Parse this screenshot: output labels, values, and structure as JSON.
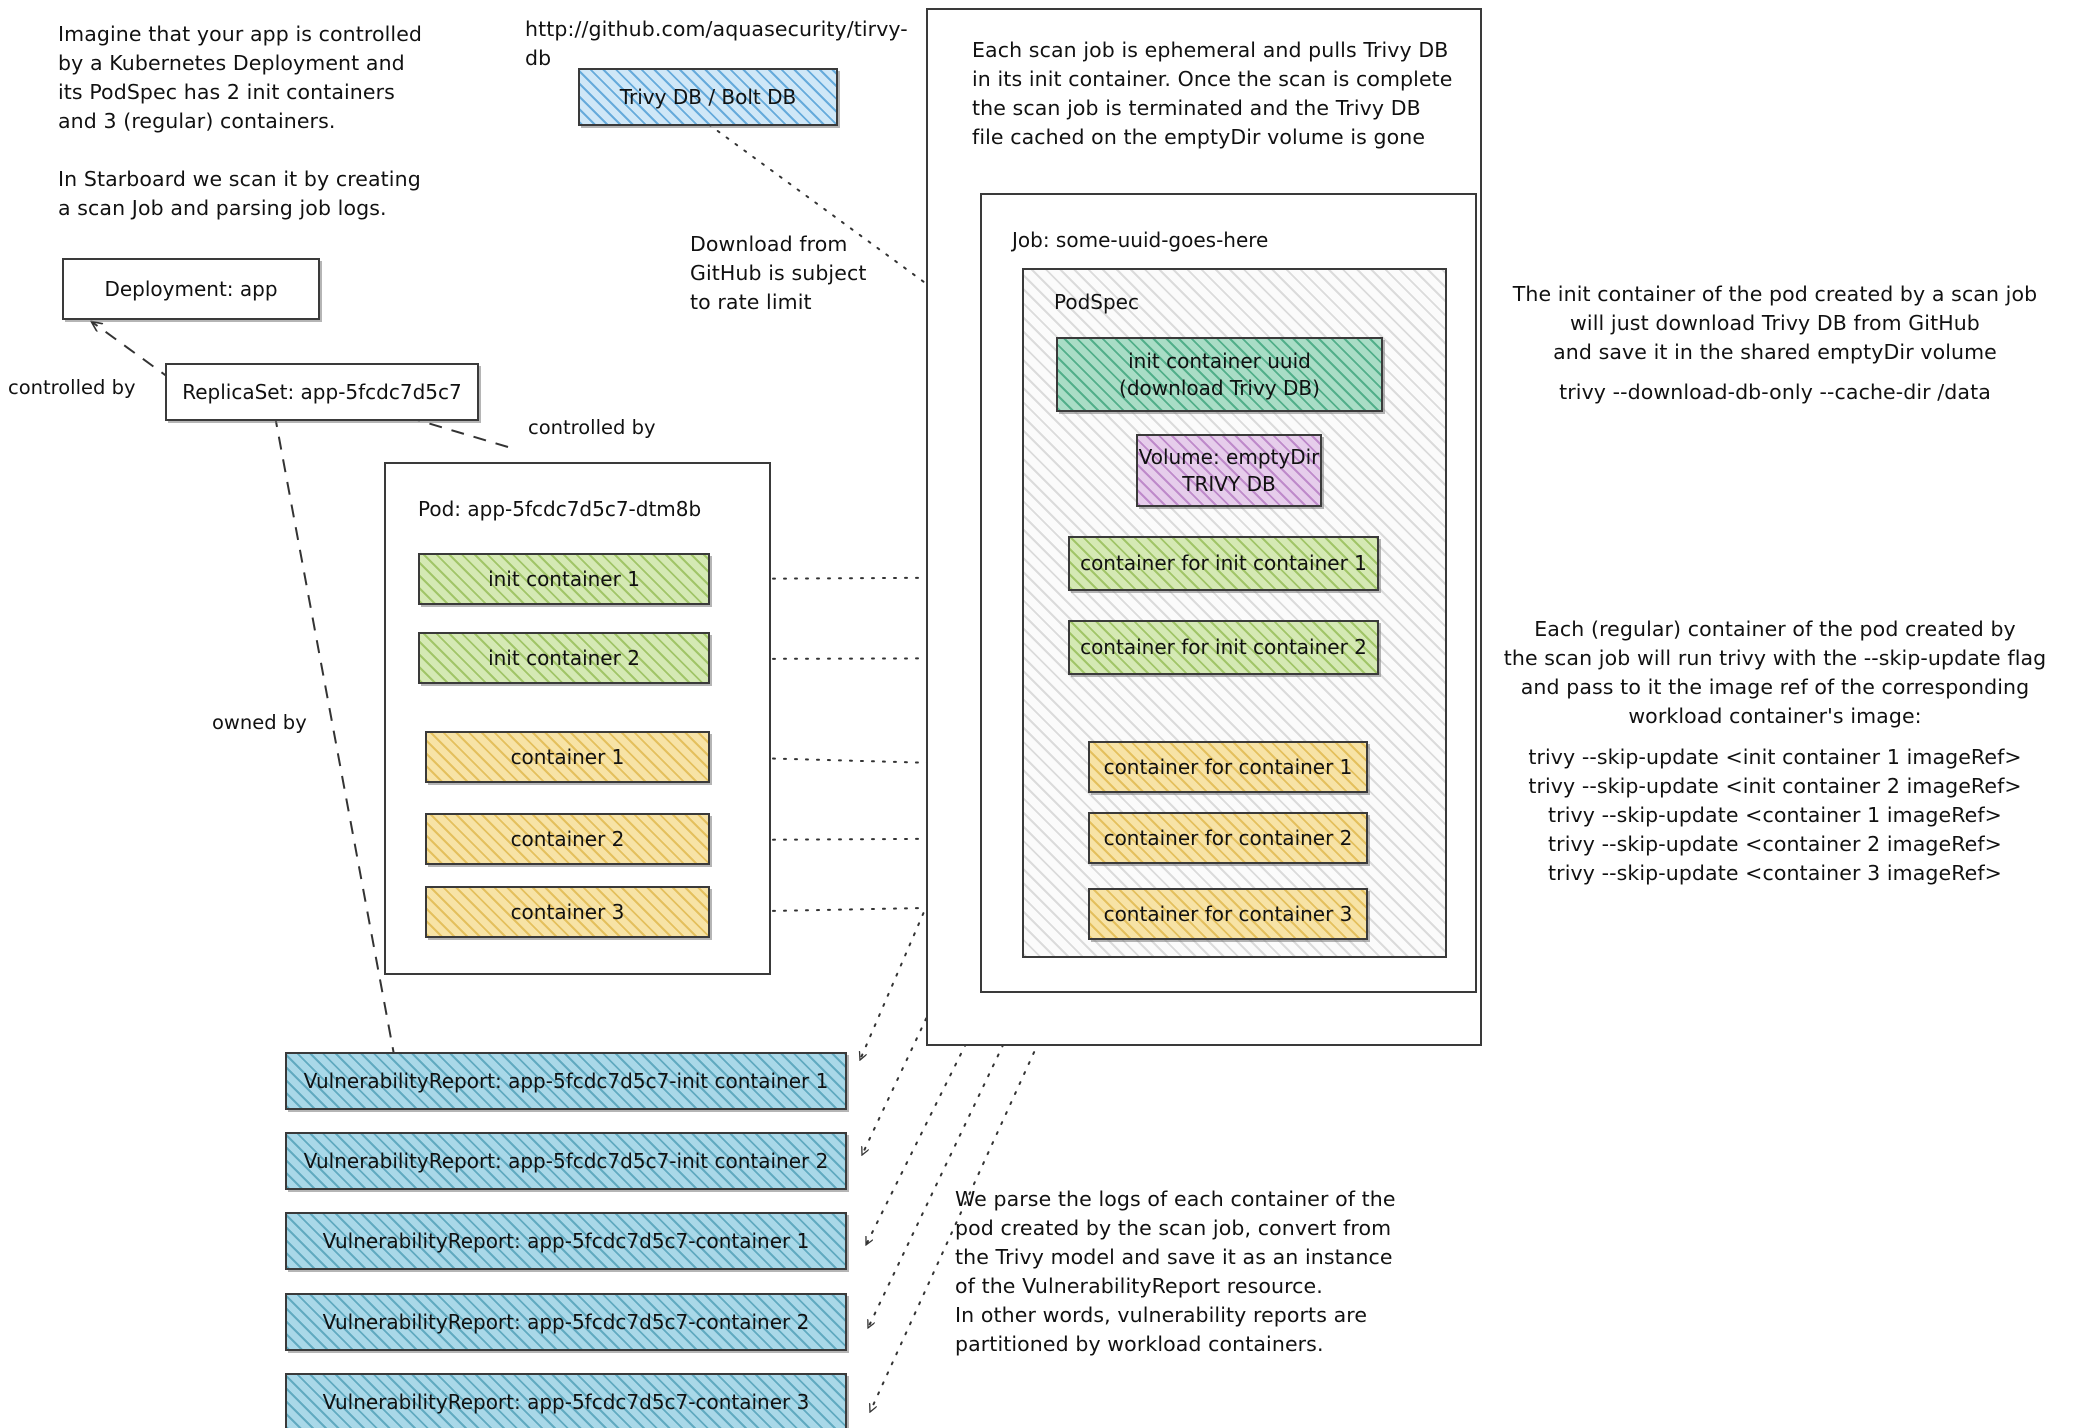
{
  "notes": {
    "intro": "Imagine that your app is controlled\nby a Kubernetes Deployment and\nits PodSpec has 2 init containers\nand 3 (regular) containers.\n\nIn Starboard we scan it by creating\na scan Job and parsing job logs.",
    "trivy_db_url": "http://github.com/aquasecurity/tirvy-db",
    "download_rate_limit": "Download from\nGitHub is subject\nto rate limit",
    "ephemeral_job": "Each scan job is ephemeral and pulls Trivy DB\nin its init container. Once the scan is complete\nthe scan job is terminated and the Trivy DB\nfile cached on the emptyDir volume is gone",
    "init_container_explainer": "The init container of the pod created by a scan job\nwill just download Trivy DB from GitHub\nand save it in the shared emptyDir volume",
    "init_container_command": "trivy --download-db-only --cache-dir /data",
    "regular_container_explainer": "Each (regular) container of the pod created by\nthe scan job will run trivy with the --skip-update flag\nand pass to it the image ref of the corresponding\nworkload container's image:",
    "trivy_commands": "trivy --skip-update <init container 1 imageRef>\ntrivy --skip-update <init container 2 imageRef>\ntrivy --skip-update <container 1 imageRef>\ntrivy --skip-update <container 2 imageRef>\ntrivy --skip-update <container 3 imageRef>",
    "parse_logs": "We parse the logs of each container of the\npod created by the scan job, convert from\nthe Trivy model and save it as an instance\nof the VulnerabilityReport resource.\nIn other words, vulnerability reports are\npartitioned by workload containers."
  },
  "edge_labels": {
    "controlled_by_deployment": "controlled by",
    "controlled_by_replicaset": "controlled by",
    "owned_by": "owned by"
  },
  "nodes": {
    "trivy_db": "Trivy DB / Bolt DB",
    "deployment": "Deployment: app",
    "replicaset": "ReplicaSet: app-5fcdc7d5c7",
    "pod_title": "Pod: app-5fcdc7d5c7-dtm8b",
    "job_title": "Job: some-uuid-goes-here",
    "podspec_title": "PodSpec",
    "init_container_uuid": "init container uuid\n(download Trivy DB)",
    "volume": "Volume: emptyDir\nTRIVY DB"
  },
  "pod_containers": [
    {
      "label": "init container 1",
      "kind": "init"
    },
    {
      "label": "init container 2",
      "kind": "init"
    },
    {
      "label": "container 1",
      "kind": "regular"
    },
    {
      "label": "container 2",
      "kind": "regular"
    },
    {
      "label": "container 3",
      "kind": "regular"
    }
  ],
  "job_containers": [
    {
      "label": "container for init container 1",
      "kind": "init"
    },
    {
      "label": "container for init container 2",
      "kind": "init"
    },
    {
      "label": "container for container 1",
      "kind": "regular"
    },
    {
      "label": "container for container 2",
      "kind": "regular"
    },
    {
      "label": "container for container 3",
      "kind": "regular"
    }
  ],
  "vulnerability_reports": [
    "VulnerabilityReport: app-5fcdc7d5c7-init container 1",
    "VulnerabilityReport: app-5fcdc7d5c7-init container 2",
    "VulnerabilityReport: app-5fcdc7d5c7-container 1",
    "VulnerabilityReport: app-5fcdc7d5c7-container 2",
    "VulnerabilityReport: app-5fcdc7d5c7-container 3"
  ],
  "colors": {
    "init_container": "#d5e9b4",
    "regular_container": "#f7e3a6",
    "volume": "#e6cdeb",
    "trivy_db": "#cfe7f7",
    "vulnerability_report": "#a9d8e8",
    "download_container": "#a9ddc6",
    "stroke": "#3a3a3a"
  }
}
